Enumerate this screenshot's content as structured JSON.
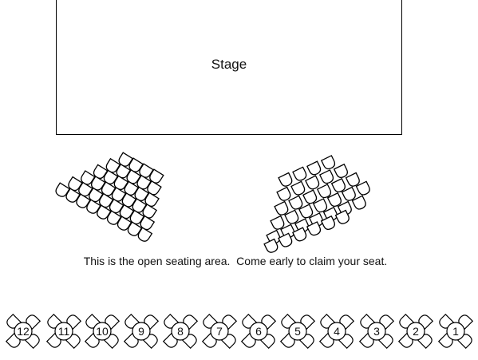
{
  "stage": {
    "label": "Stage"
  },
  "seating_note": "This is the open seating area.  Come early to claim your seat.",
  "tables": [
    "12",
    "11",
    "10",
    "9",
    "8",
    "7",
    "6",
    "5",
    "4",
    "3",
    "2",
    "1"
  ],
  "seat_sections": [
    {
      "name": "left",
      "rows": [
        4,
        5,
        6,
        7,
        8,
        9
      ]
    },
    {
      "name": "right",
      "rows": [
        4,
        5,
        6,
        7,
        7,
        6
      ]
    }
  ]
}
